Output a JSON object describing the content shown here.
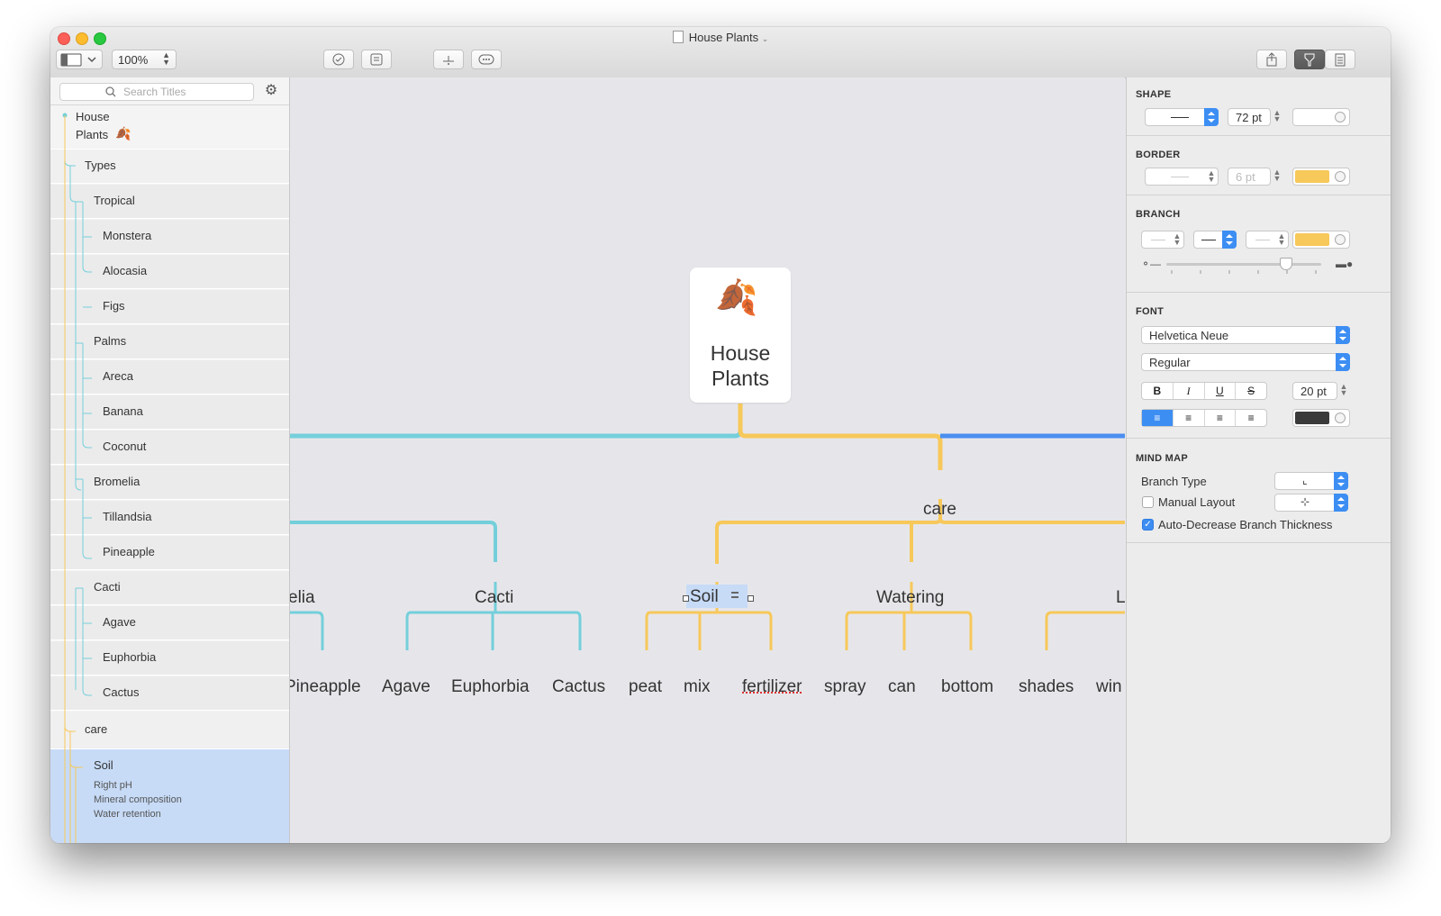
{
  "window": {
    "title": "House Plants"
  },
  "toolbar": {
    "zoom": "100%"
  },
  "sidebar": {
    "search_placeholder": "Search Titles",
    "root_label_line1": "House",
    "root_label_line2": "Plants",
    "items": [
      {
        "label": "Types"
      },
      {
        "label": "Tropical"
      },
      {
        "label": "Monstera"
      },
      {
        "label": "Alocasia"
      },
      {
        "label": "Figs"
      },
      {
        "label": "Palms"
      },
      {
        "label": "Areca"
      },
      {
        "label": "Banana"
      },
      {
        "label": "Coconut"
      },
      {
        "label": "Bromelia"
      },
      {
        "label": "Tillandsia"
      },
      {
        "label": "Pineapple"
      },
      {
        "label": "Cacti"
      },
      {
        "label": "Agave"
      },
      {
        "label": "Euphorbia"
      },
      {
        "label": "Cactus"
      },
      {
        "label": "care"
      }
    ],
    "selected": {
      "label": "Soil",
      "notes": [
        "Right pH",
        "Mineral composition",
        "Water retention"
      ]
    }
  },
  "canvas": {
    "root": {
      "line1": "House",
      "line2": "Plants"
    },
    "care": "care",
    "nodes": {
      "elia": "elia",
      "cacti": "Cacti",
      "soil": "Soil",
      "watering": "Watering",
      "l": "L",
      "pineapple": "Pineapple",
      "agave": "Agave",
      "euphorbia": "Euphorbia",
      "cactus": "Cactus",
      "peat": "peat",
      "mix": "mix",
      "fertilizer": "fertilizer",
      "spray": "spray",
      "can": "can",
      "bottom": "bottom",
      "shades": "shades",
      "win": "win"
    }
  },
  "inspector": {
    "shape": {
      "header": "SHAPE",
      "size": "72 pt"
    },
    "border": {
      "header": "BORDER",
      "size": "6 pt",
      "color": "#f7c85a"
    },
    "branch": {
      "header": "BRANCH",
      "color": "#f7c85a"
    },
    "font": {
      "header": "FONT",
      "family": "Helvetica Neue",
      "style": "Regular",
      "size": "20 pt",
      "bold": "B",
      "italic": "I",
      "underline": "U",
      "strike": "S",
      "color": "#3a3a3a"
    },
    "mindmap": {
      "header": "MIND MAP",
      "branch_type_label": "Branch Type",
      "manual_layout_label": "Manual Layout",
      "auto_decrease_label": "Auto-Decrease Branch Thickness",
      "auto_decrease_checked": true,
      "manual_layout_checked": false
    }
  },
  "colors": {
    "cyan_branch": "#74cfdb",
    "yellow_branch": "#f7c85a",
    "blue_branch": "#4a8ef0",
    "selection": "#c7dbf7"
  }
}
